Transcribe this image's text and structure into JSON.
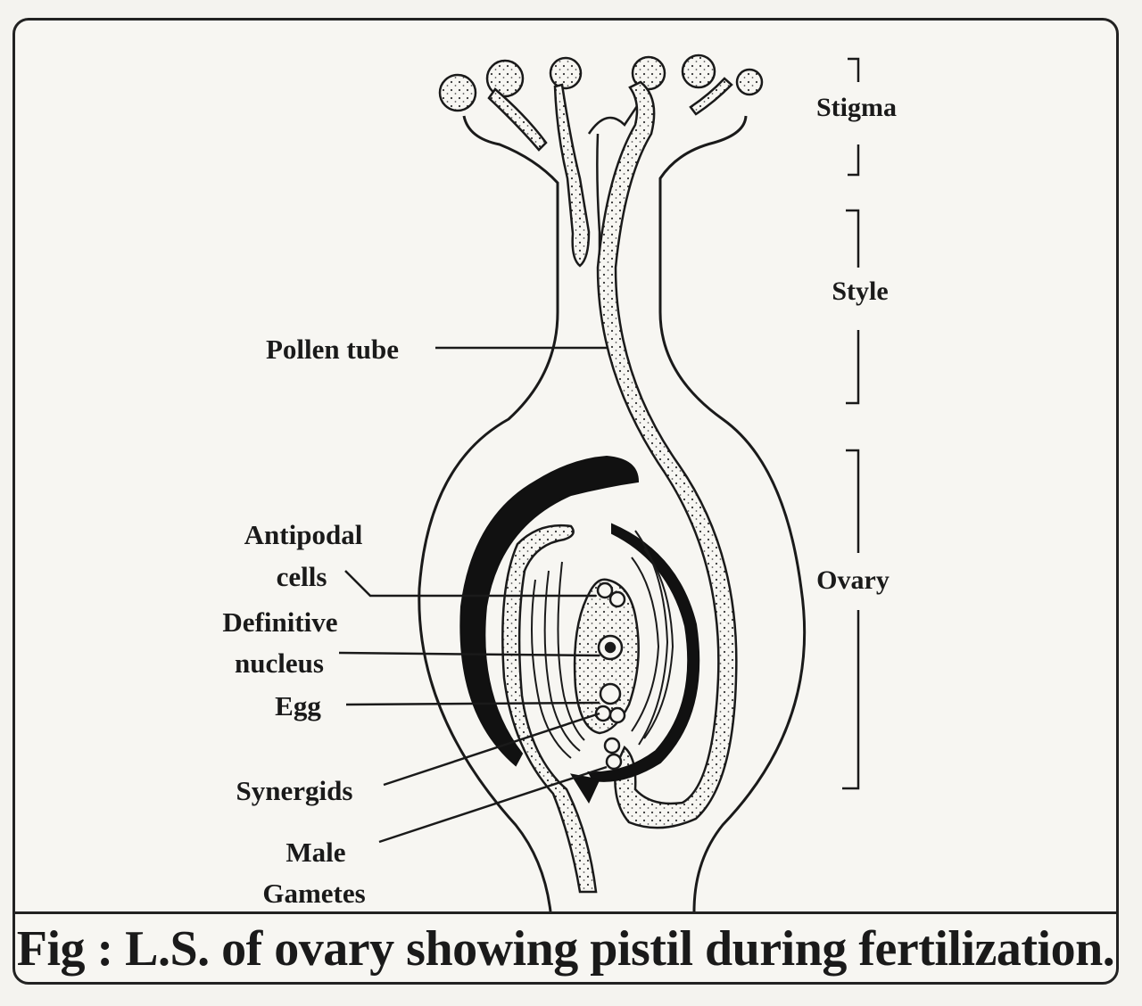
{
  "caption": "Fig : L.S. of ovary showing pistil during fertilization.",
  "labels": {
    "pollen_tube": "Pollen tube",
    "antipodal_1": "Antipodal",
    "antipodal_2": "cells",
    "definitive_1": "Definitive",
    "definitive_2": "nucleus",
    "egg": "Egg",
    "synergids": "Synergids",
    "male_1": "Male",
    "male_2": "Gametes"
  },
  "regions": {
    "stigma": "Stigma",
    "style": "Style",
    "ovary": "Ovary"
  }
}
